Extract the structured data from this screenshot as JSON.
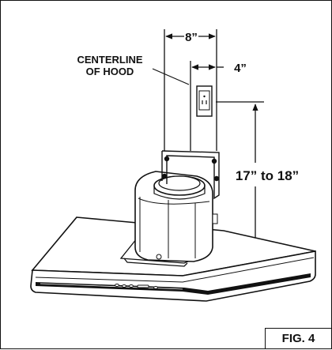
{
  "figure": {
    "fig_label": "FIG. 4",
    "centerline_line1": "CENTERLINE",
    "centerline_line2": "OF HOOD",
    "dim_width_outer": "8”",
    "dim_width_inner": "4”",
    "dim_height": "17” to 18”"
  }
}
